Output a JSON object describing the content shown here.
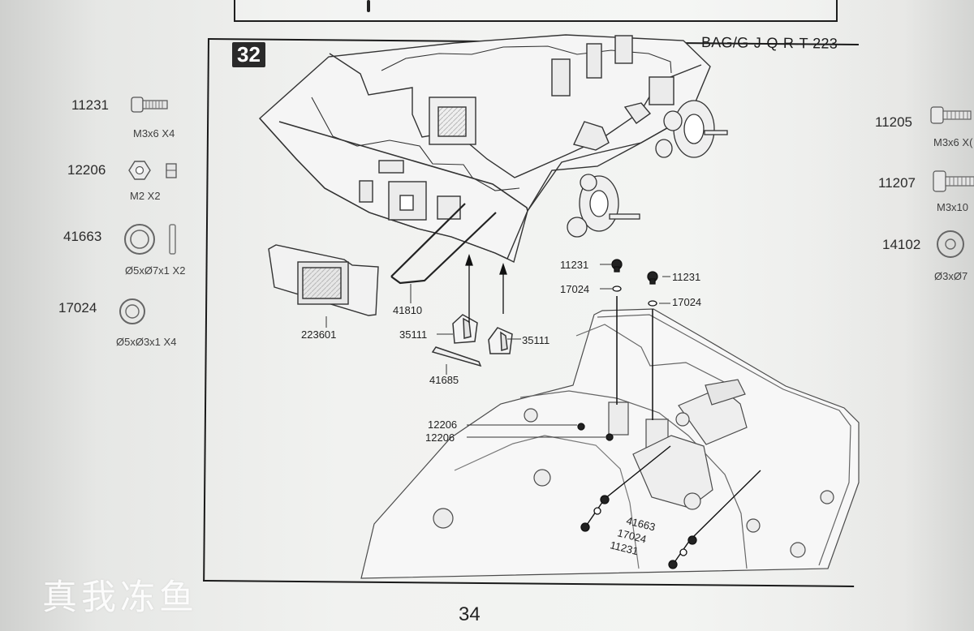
{
  "document": {
    "step_number": "32",
    "bag_label": "BAG/G-J-Q-R-T-223",
    "page_number": "34",
    "watermark": "真我冻鱼"
  },
  "left_parts": [
    {
      "code": "11231",
      "spec": "M3x6 X4",
      "icon": "screw-icon"
    },
    {
      "code": "12206",
      "spec": "M2 X2",
      "icon": "nut-icon"
    },
    {
      "code": "41663",
      "spec": "Ø5xØ7x1 X2",
      "icon": "washer-icon"
    },
    {
      "code": "17024",
      "spec": "Ø5xØ3x1 X4",
      "icon": "washer-icon"
    }
  ],
  "right_parts": [
    {
      "code": "11205",
      "spec": "M3x6 X(",
      "icon": "screw-icon"
    },
    {
      "code": "11207",
      "spec": "M3x10",
      "icon": "screw-icon"
    },
    {
      "code": "14102",
      "spec": "Ø3xØ7",
      "icon": "washer-icon"
    }
  ],
  "callouts": {
    "c223601": "223601",
    "c41810": "41810",
    "c35111_left": "35111",
    "c35111_right": "35111",
    "c41685": "41685",
    "c11231_left": "11231",
    "c17024_left": "17024",
    "c11231_right": "11231",
    "c17024_right": "17024",
    "c12206_top": "12206",
    "c12206_bottom": "12206",
    "c41663_diag": "41663",
    "c17024_diag": "17024",
    "c11231_diag": "11231"
  }
}
